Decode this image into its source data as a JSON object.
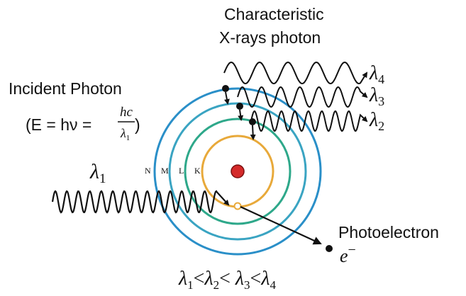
{
  "labels": {
    "characteristic_line1": "Characteristic",
    "characteristic_line2": "X-rays photon",
    "incident_title": "Incident Photon",
    "energy_prefix": "(E = hν = ",
    "energy_numerator": "hc",
    "energy_denominator_symbol": "λ",
    "energy_denominator_sub": "1",
    "energy_suffix": ")",
    "incident_lambda_symbol": "λ",
    "incident_lambda_sub": "1",
    "photoelectron": "Photoelectron",
    "electron_symbol": "e",
    "electron_sup": "−",
    "lambda4_symbol": "λ",
    "lambda4_sub": "4",
    "lambda3_symbol": "λ",
    "lambda3_sub": "3",
    "lambda2_symbol": "λ",
    "lambda2_sub": "2",
    "shell_N": "N",
    "shell_M": "M",
    "shell_L": "L",
    "shell_K": "K",
    "ineq_l1": "λ",
    "ineq_s1": "1",
    "ineq_lt1": "<",
    "ineq_l2": "λ",
    "ineq_s2": "2",
    "ineq_lt2": "< ",
    "ineq_l3": "λ",
    "ineq_s3": "3",
    "ineq_lt3": "<",
    "ineq_l4": "λ",
    "ineq_s4": "4"
  },
  "colors": {
    "shell_N": "#2a8fc8",
    "shell_M": "#3aa4c2",
    "shell_L": "#2ea88a",
    "shell_K": "#e8a93a",
    "nucleus": "#d42a2a",
    "ink": "#111111"
  }
}
